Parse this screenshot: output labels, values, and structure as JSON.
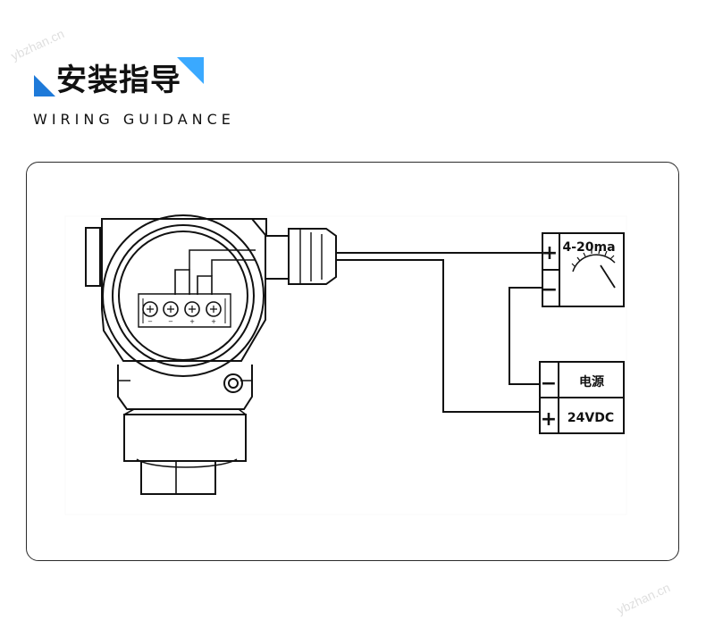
{
  "header": {
    "title": "安装指导",
    "subtitle": "WIRING GUIDANCE"
  },
  "watermark": {
    "text": "ybzhan.cn"
  },
  "diagram": {
    "meter": {
      "label": "4-20ma",
      "plus": "+",
      "minus": "−"
    },
    "power": {
      "label": "电源",
      "voltage": "24VDC",
      "minus": "−",
      "plus": "+"
    },
    "terminals": [
      "−",
      "−",
      "+",
      "+"
    ]
  }
}
